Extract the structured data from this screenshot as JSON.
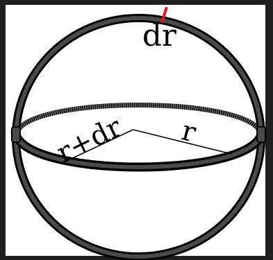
{
  "labels": {
    "shell_thickness": "dr",
    "outer_radius": "r+dr",
    "inner_radius": "r"
  },
  "colors": {
    "frame": "#1e1e1e",
    "background": "#ffffff",
    "shell": "#000000",
    "shell_fill": "#4a4a4a",
    "highlight": "#e3161b"
  }
}
